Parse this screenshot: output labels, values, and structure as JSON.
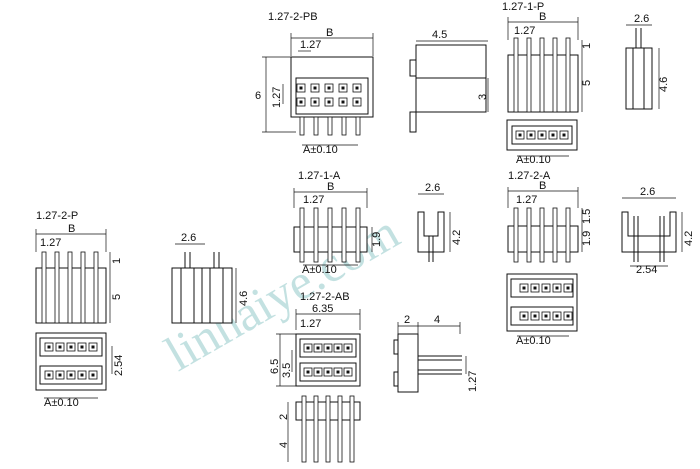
{
  "watermark": "linhaiye.com",
  "parts": {
    "pb": {
      "title": "1.27-2-PB",
      "dim_b": "B",
      "dim_pitch": "1.27",
      "dim_h1": "6",
      "dim_h2": "1.27",
      "dim_a": "A±0.10"
    },
    "pb_side": {
      "dim_w": "4.5",
      "dim_h": "3"
    },
    "p1": {
      "title": "1.27-1-P",
      "dim_b": "B",
      "dim_pitch": "1.27",
      "dim_top": "1",
      "dim_h": "5",
      "dim_a": "A±0.10"
    },
    "p1_side": {
      "dim_w": "2.6",
      "dim_h": "4.6"
    },
    "p2": {
      "title": "1.27-2-P",
      "dim_b": "B",
      "dim_pitch": "1.27",
      "dim_top": "1",
      "dim_h": "5",
      "dim_row": "2.54",
      "dim_a": "A±0.10"
    },
    "p2_side": {
      "dim_w": "2.6",
      "dim_h": "4.6"
    },
    "a1": {
      "title": "1.27-1-A",
      "dim_b": "B",
      "dim_pitch": "1.27",
      "dim_h": "1.9",
      "dim_a": "A±0.10"
    },
    "a1_side": {
      "dim_w": "2.6",
      "dim_h": "4.2"
    },
    "a2": {
      "title": "1.27-2-A",
      "dim_b": "B",
      "dim_pitch": "1.27",
      "dim_h1": "1.9",
      "dim_h2": "1.5",
      "dim_a": "A±0.10"
    },
    "a2_side": {
      "dim_w": "2.6",
      "dim_h": "4.2",
      "dim_row": "2.54"
    },
    "ab": {
      "title": "1.27-2-AB",
      "dim_w": "6.35",
      "dim_pitch": "1.27",
      "dim_h1": "6.5",
      "dim_h2": "3.5",
      "dim_pin_top": "2",
      "dim_pin": "4"
    },
    "ab_side": {
      "dim_a": "2",
      "dim_b": "4",
      "dim_c": "1.27"
    }
  }
}
